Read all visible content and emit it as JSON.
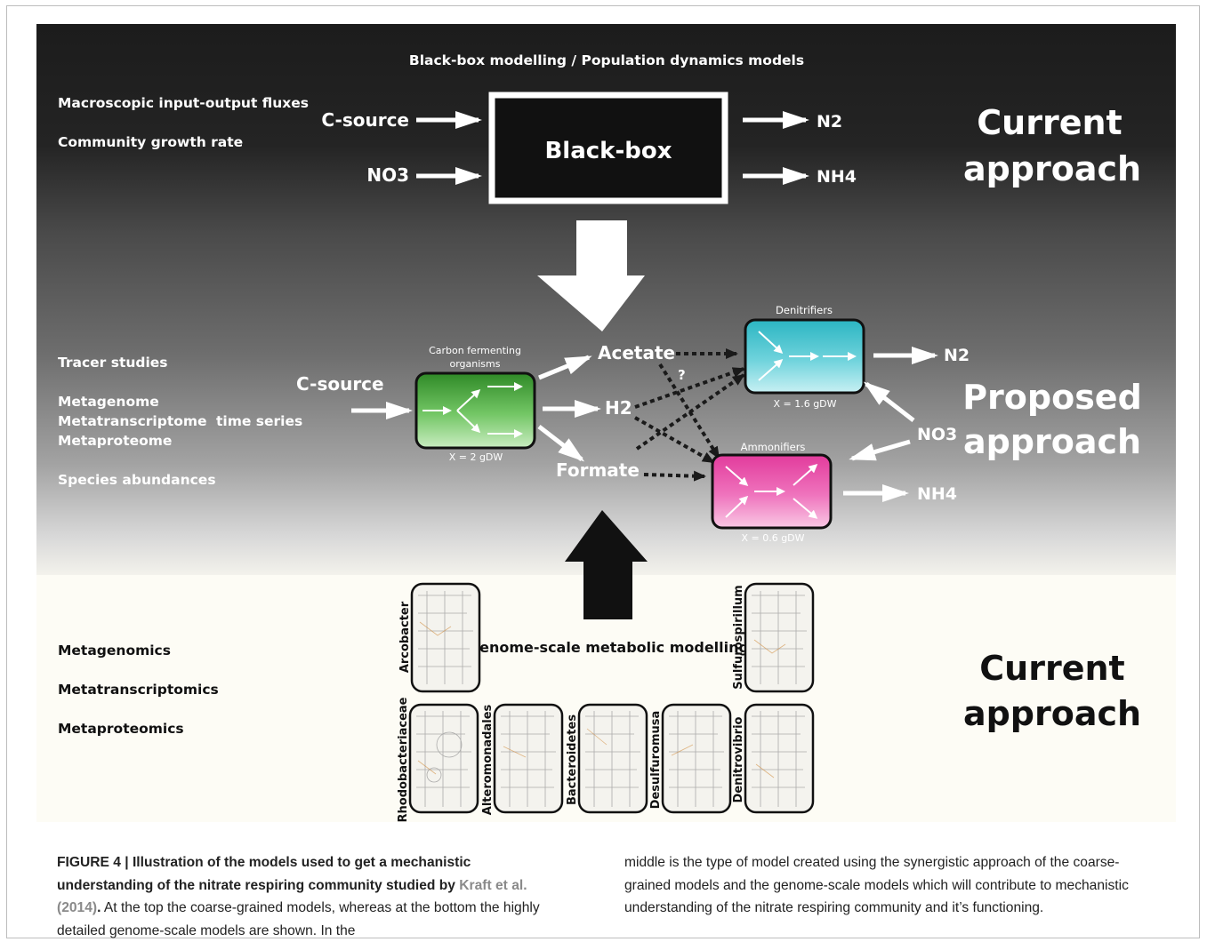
{
  "top": {
    "header": "Black-box modelling / Population dynamics models",
    "side_labels": [
      "Macroscopic input-output fluxes",
      "Community growth rate"
    ],
    "inputs": [
      "C-source",
      "NO3"
    ],
    "box_label": "Black-box",
    "outputs": [
      "N2",
      "NH4"
    ],
    "approach": [
      "Current",
      "approach"
    ]
  },
  "middle": {
    "side_labels": [
      "Tracer studies",
      "Metagenome",
      "Metatranscriptome",
      "Metaproteome",
      "Species abundances"
    ],
    "time_series": "time series",
    "csource": "C-source",
    "carbon": {
      "title_lines": [
        "Carbon fermenting",
        "organisms"
      ],
      "biomass": "X = 2 gDW",
      "color": "#7ac96b"
    },
    "metabolites": [
      "Acetate",
      "H2",
      "Formate"
    ],
    "question": "?",
    "denitrifiers": {
      "title": "Denitrifiers",
      "biomass": "X = 1.6 gDW",
      "color": "#6fd3dc"
    },
    "ammonifiers": {
      "title": "Ammonifiers",
      "biomass": "X = 0.6 gDW",
      "color": "#ef74bd"
    },
    "outputs": [
      "N2",
      "NH4"
    ],
    "no3": "NO3",
    "approach": [
      "Proposed",
      "approach"
    ]
  },
  "bottom": {
    "side_labels": [
      "Metagenomics",
      "Metatranscriptomics",
      "Metaproteomics"
    ],
    "center_label": "Genome-scale metabolic modelling",
    "organisms_top": [
      "Arcobacter",
      "Sulfurospirillum"
    ],
    "organisms_bottom": [
      "Rhodobacteriaceae",
      "Alteromonadales",
      "Bacteroidetes",
      "Desulfuromusa",
      "Denitrovibrio"
    ],
    "approach": [
      "Current",
      "approach"
    ]
  },
  "caption": {
    "figure_label": "FIGURE 4 |",
    "bold_text": "Illustration of the models used to get a mechanistic understanding of the nitrate respiring community studied by",
    "citation": "Kraft et al. (2014)",
    "bold_end": ".",
    "left_rest": "At the top the coarse-grained models, whereas at the bottom the highly detailed genome-scale models are shown. In the",
    "right_text": "middle is the type of model created using the synergistic approach of the coarse-grained models and the genome-scale models which will contribute to mechanistic understanding of the nitrate respiring community and it’s functioning."
  }
}
